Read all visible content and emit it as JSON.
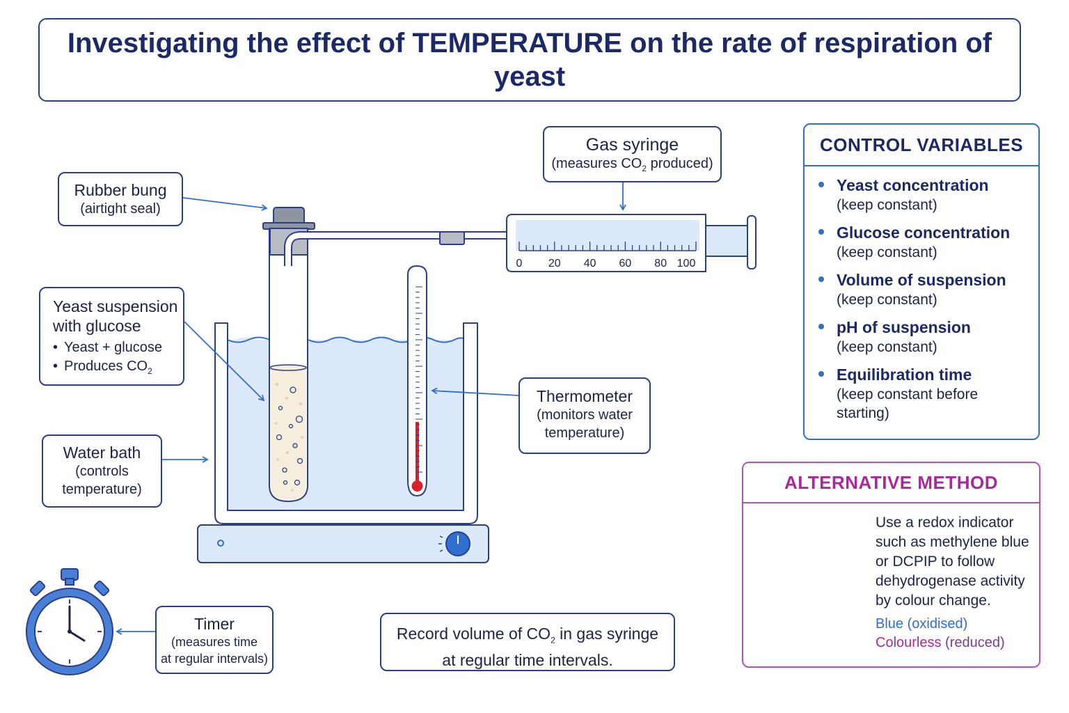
{
  "title": "Investigating the effect of TEMPERATURE on the rate of respiration of yeast",
  "labels": {
    "rubber_bung": {
      "name": "Rubber bung",
      "desc": "(airtight seal)"
    },
    "gas_syringe": {
      "name": "Gas syringe",
      "desc_pre": "(measures CO",
      "desc_sub": "2",
      "desc_post": " produced)"
    },
    "yeast": {
      "name_line1": "Yeast suspension",
      "name_line2": "with glucose",
      "bullet1": "Yeast + glucose",
      "bullet2_pre": "Produces CO",
      "bullet2_sub": "2"
    },
    "thermometer": {
      "name": "Thermometer",
      "desc_line1": "(monitors water",
      "desc_line2": "temperature)"
    },
    "water_bath": {
      "name": "Water bath",
      "desc_line1": "(controls",
      "desc_line2": "temperature)"
    },
    "timer": {
      "name": "Timer",
      "desc_line1": "(measures time",
      "desc_line2": "at regular intervals)"
    },
    "record": {
      "line1_pre": "Record volume of CO",
      "line1_sub": "2",
      "line1_post": " in gas syringe",
      "line2": "at regular time intervals."
    }
  },
  "syringe_scale": [
    "0",
    "20",
    "40",
    "60",
    "80",
    "100"
  ],
  "control_variables": {
    "heading": "CONTROL VARIABLES",
    "items": [
      {
        "name": "Yeast concentration",
        "note": "(keep constant)"
      },
      {
        "name": "Glucose concentration",
        "note": "(keep constant)"
      },
      {
        "name": "Volume of suspension",
        "note": "(keep constant)"
      },
      {
        "name": "pH of suspension",
        "note": "(keep constant)"
      },
      {
        "name": "Equilibration time",
        "note": "(keep constant before starting)"
      }
    ]
  },
  "alternative_method": {
    "heading": "ALTERNATIVE METHOD",
    "text": "Use a redox indicator such as methylene blue or DCPIP to follow dehydrogenase activity by colour change.",
    "blue_word": "Blue",
    "blue_note": " (oxidised)",
    "colourless_word": "Colourless",
    "colourless_note": " (reduced)"
  },
  "colors": {
    "navy": "#1b2a66",
    "box_border": "#2a3f8a",
    "accent_blue": "#2f6fd0",
    "water": "#dbe9fb",
    "purple": "#a8289e",
    "thermo_red": "#d9202e"
  }
}
